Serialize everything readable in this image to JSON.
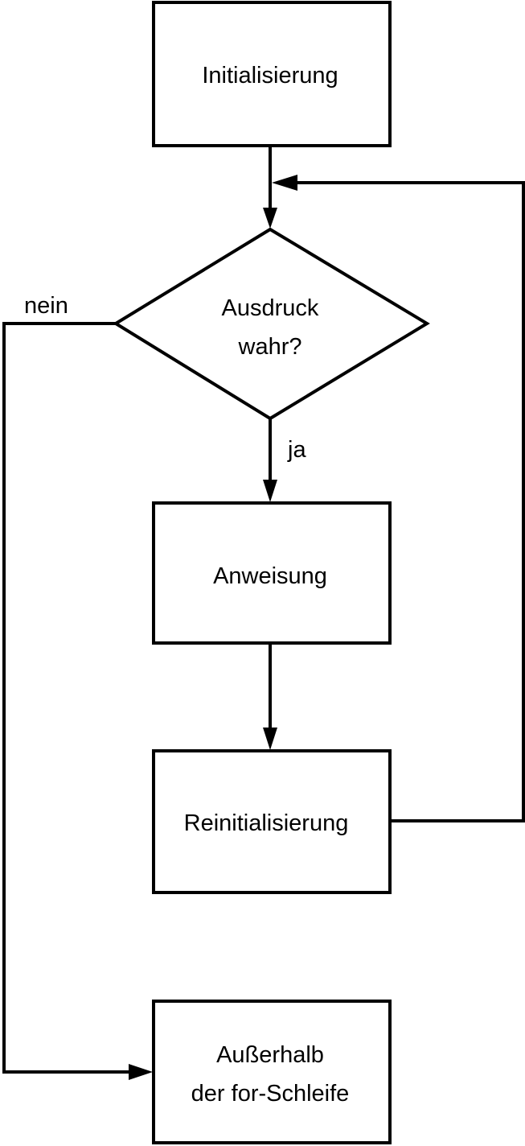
{
  "nodes": {
    "init": {
      "label": "Initialisierung"
    },
    "condition": {
      "label_line1": "Ausdruck",
      "label_line2": "wahr?"
    },
    "statement": {
      "label": "Anweisung"
    },
    "reinit": {
      "label": "Reinitialisierung"
    },
    "outside": {
      "label_line1": "Außerhalb",
      "label_line2": "der for-Schleife"
    }
  },
  "edge_labels": {
    "no": "nein",
    "yes": "ja"
  }
}
